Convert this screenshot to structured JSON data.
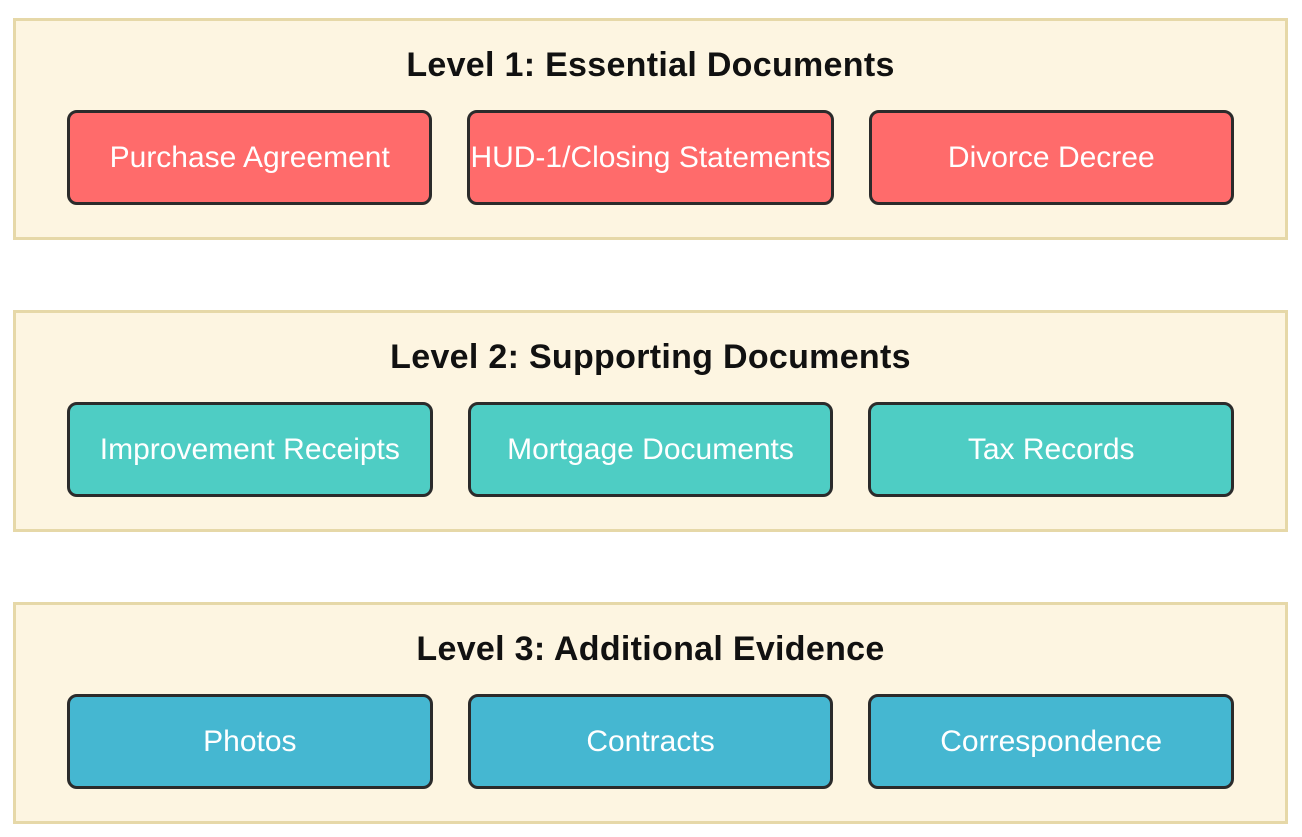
{
  "page": {
    "background_color": "#FFFFFF",
    "panel_background_color": "#FDF5E1",
    "panel_border_color": "#E6D8A8",
    "button_border_color": "#2B2B2B",
    "button_text_color": "#FFFFFF",
    "title_text_color": "#111111"
  },
  "levels": [
    {
      "title": "Level 1: Essential Documents",
      "button_color": "#FF6B6B",
      "items": [
        "Purchase Agreement",
        "HUD-1/Closing Statements",
        "Divorce Decree"
      ]
    },
    {
      "title": "Level 2: Supporting Documents",
      "button_color": "#4ECDC4",
      "items": [
        "Improvement Receipts",
        "Mortgage Documents",
        "Tax Records"
      ]
    },
    {
      "title": "Level 3: Additional Evidence",
      "button_color": "#45B7D1",
      "items": [
        "Photos",
        "Contracts",
        "Correspondence"
      ]
    }
  ]
}
